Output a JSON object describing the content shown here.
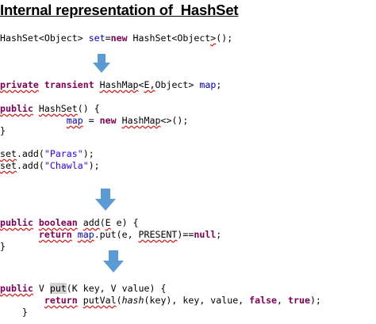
{
  "title": "Internal representation of  HashSet",
  "line1": {
    "a": "HashSet<Object> ",
    "b": "set",
    "c": "=",
    "d": "new",
    "e": " HashSet<Object",
    "f": ">",
    "g": "();"
  },
  "line2": {
    "a": "private",
    "b": " ",
    "c": "transient",
    "d": " ",
    "e": "HashMap",
    "f": "<",
    "g": "E",
    "h": ",",
    "i": "Object",
    "j": "> ",
    "k": "map",
    "l": ";"
  },
  "line3": {
    "a": "public",
    "b": " ",
    "c": "HashSet",
    "d": "() {"
  },
  "line4": {
    "a": "            ",
    "b": "map",
    "c": " = ",
    "d": "new",
    "e": " ",
    "f": "HashMap",
    "g": "<>();"
  },
  "line5": "}",
  "line6": {
    "a": "set",
    "b": ".add(",
    "c": "\"Paras\"",
    "d": ");"
  },
  "line7": {
    "a": "set",
    "b": ".add(",
    "c": "\"Chawla\"",
    "d": ");"
  },
  "line8": {
    "a": "public",
    "b": " ",
    "c": "boolean",
    "d": " ",
    "e": "add",
    "f": "(",
    "g": "E",
    "h": " e) {"
  },
  "line9": {
    "a": "       ",
    "b": "return",
    "c": " ",
    "d": "map",
    "e": ".put(e, ",
    "f": "PRESENT",
    "g": ")==",
    "h": "null",
    "i": ";"
  },
  "line10": "}",
  "line11": {
    "a": "public",
    "b": " V ",
    "c": "put",
    "d": "(K key, V value) {"
  },
  "line12": {
    "a": "        ",
    "b": "return",
    "c": " ",
    "d": "putVal",
    "e": "(",
    "f": "hash",
    "g": "(key), key, value, ",
    "h": "false",
    "i": ", ",
    "j": "true",
    "k": ");"
  },
  "line13": "    }",
  "colors": {
    "arrow": "#5b9bd5",
    "keyword": "#7f0055",
    "string": "#2a00ff",
    "squiggle": "#d11111"
  },
  "icons": [
    "down-arrow-icon",
    "down-arrow-icon",
    "down-arrow-icon"
  ]
}
